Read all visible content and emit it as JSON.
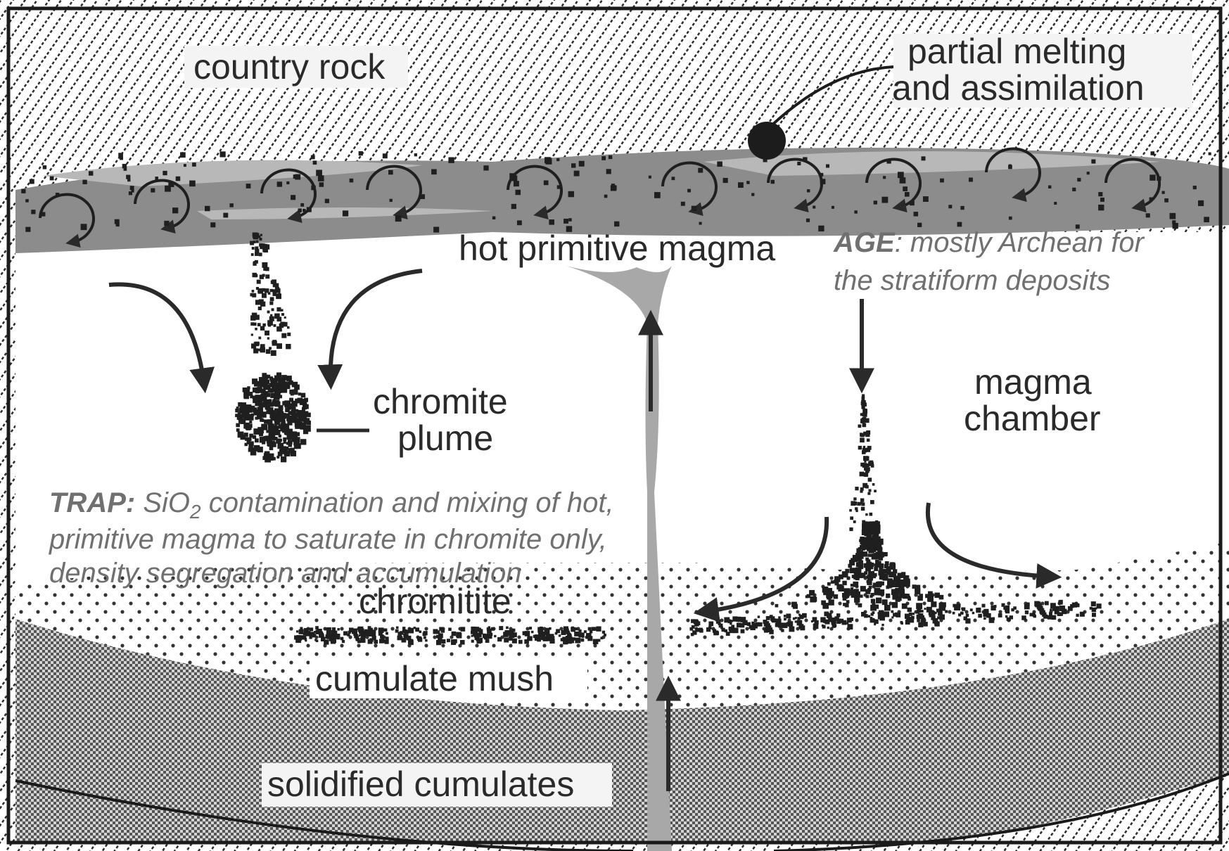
{
  "labels": {
    "country_rock": "country rock",
    "partial_melting_1": "partial melting",
    "partial_melting_2": "and assimilation",
    "hot_magma": "hot primitive magma",
    "chromite_plume_1": "chromite",
    "chromite_plume_2": "plume",
    "magma_chamber_1": "magma",
    "magma_chamber_2": "chamber",
    "chromitite": "chromitite",
    "cumulate_mush": "cumulate mush",
    "solidified_cumulates": "solidified cumulates"
  },
  "age_note": {
    "key": "AGE",
    "line1_rest": ": mostly Archean for",
    "line2": "the stratiform deposits"
  },
  "trap_note": {
    "key": "TRAP:",
    "line1_a": " SiO",
    "line1_sub": "2",
    "line1_b": " contamination and mixing of hot,",
    "line2": "primitive magma to saturate in chromite only,",
    "line3": "density segregation and accumulation"
  },
  "colors": {
    "country_rock_hatch": "#2b2b2b",
    "magma_layer": "#8c8c8c",
    "magma_light": "#b8b8b8",
    "chromite": "#1f1f1f",
    "text_dark": "#2a2a2a",
    "text_note": "#707070"
  }
}
